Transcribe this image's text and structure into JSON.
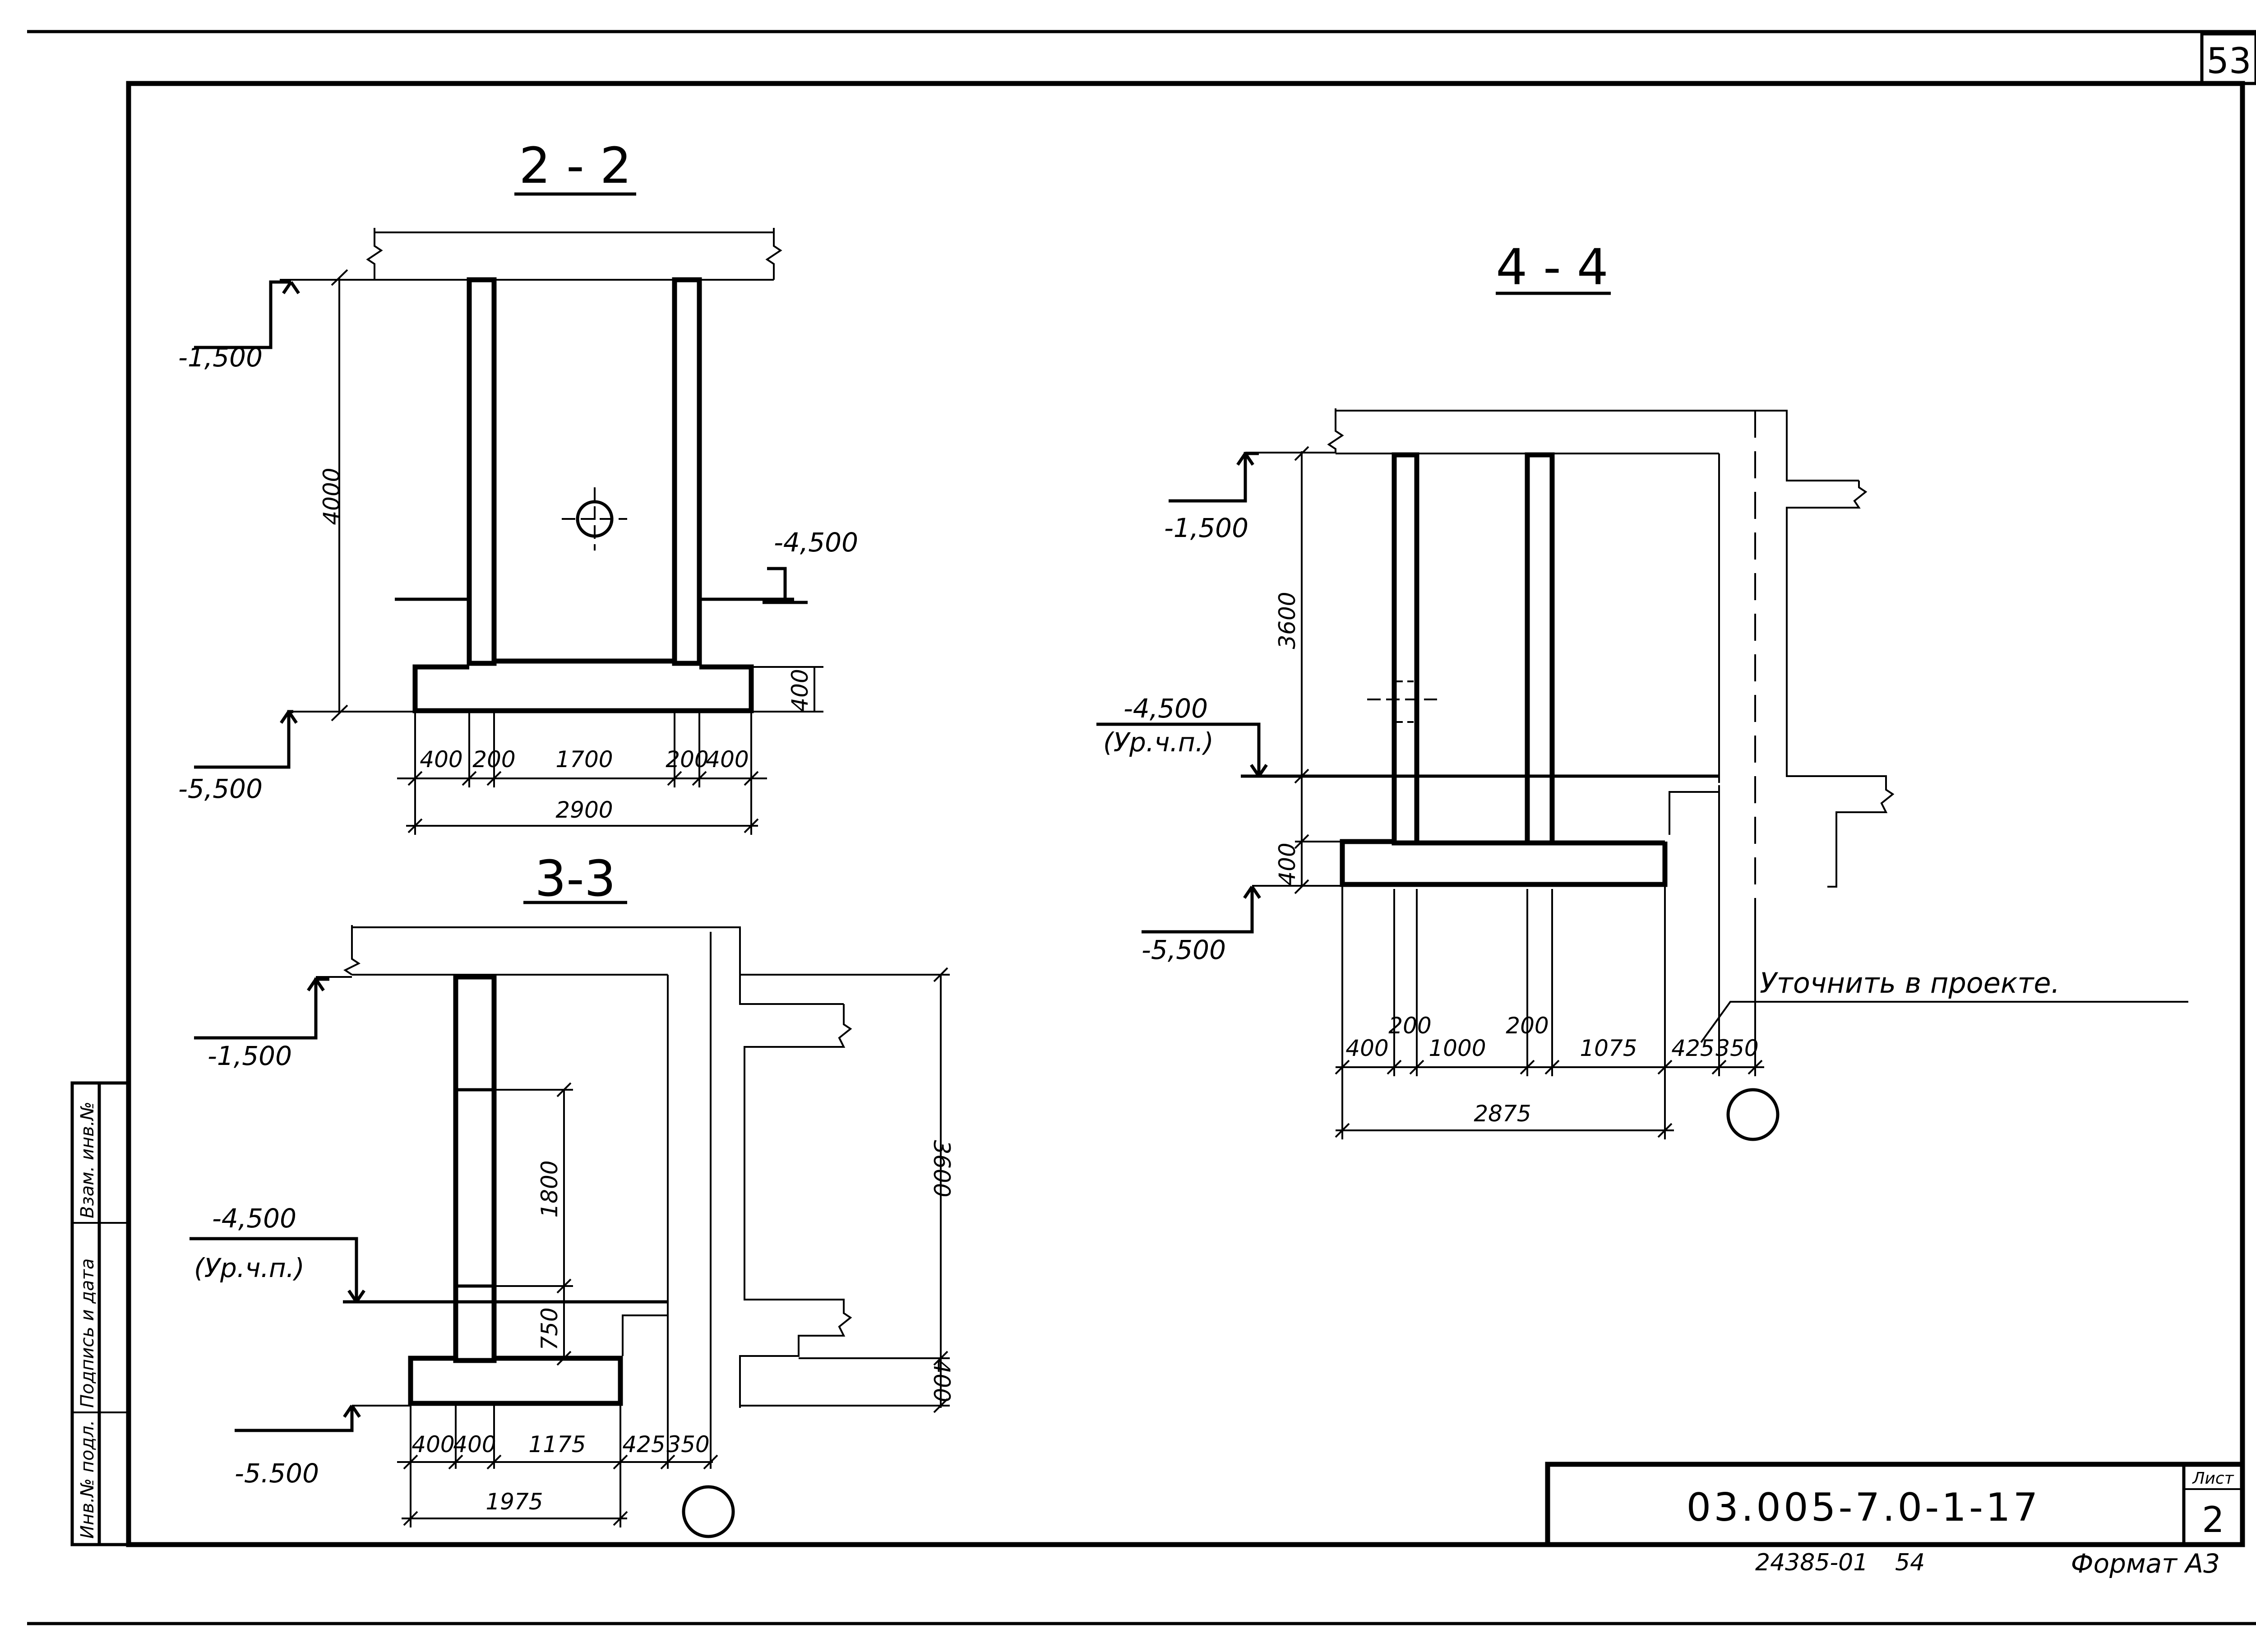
{
  "sheet": {
    "page_number": "53",
    "designation": "03.005-7.0-1-17",
    "sheet_label": "Лист",
    "sheet_number": "2",
    "inventory_number": "24385-01",
    "copy_number": "54",
    "format": "Формат А3"
  },
  "side_stamp": [
    "Инв.№ подл.",
    "Подпись и дата",
    "Взам. инв.№"
  ],
  "note": "Уточнить в проекте.",
  "sections": {
    "s22": {
      "title": "2 - 2",
      "levels": [
        "-1,500",
        "-4,500",
        "-5,500"
      ],
      "dims": {
        "height": "4000",
        "slab": "400",
        "d1": "400",
        "d2": "200",
        "d3": "1700",
        "d4": "200",
        "d5": "400",
        "total": "2900"
      }
    },
    "s33": {
      "title": "3-3",
      "levels": [
        "-1,500",
        "-4,500",
        "(Ур.ч.п.)",
        "-5.500"
      ],
      "dims": {
        "d1800": "1800",
        "d750": "750",
        "d3600": "3600",
        "slab": "400",
        "d1": "400",
        "d2": "400",
        "d3": "1175",
        "d4": "425",
        "d5": "350",
        "total": "1975"
      }
    },
    "s44": {
      "title": "4 - 4",
      "levels": [
        "-1,500",
        "-4,500",
        "(Ур.ч.п.)",
        "-5,500"
      ],
      "dims": {
        "height": "3600",
        "slab": "400",
        "d1": "400",
        "d2": "200",
        "d3": "1000",
        "d4": "200",
        "d5": "1075",
        "d6": "425",
        "d7": "350",
        "total": "2875"
      }
    }
  }
}
